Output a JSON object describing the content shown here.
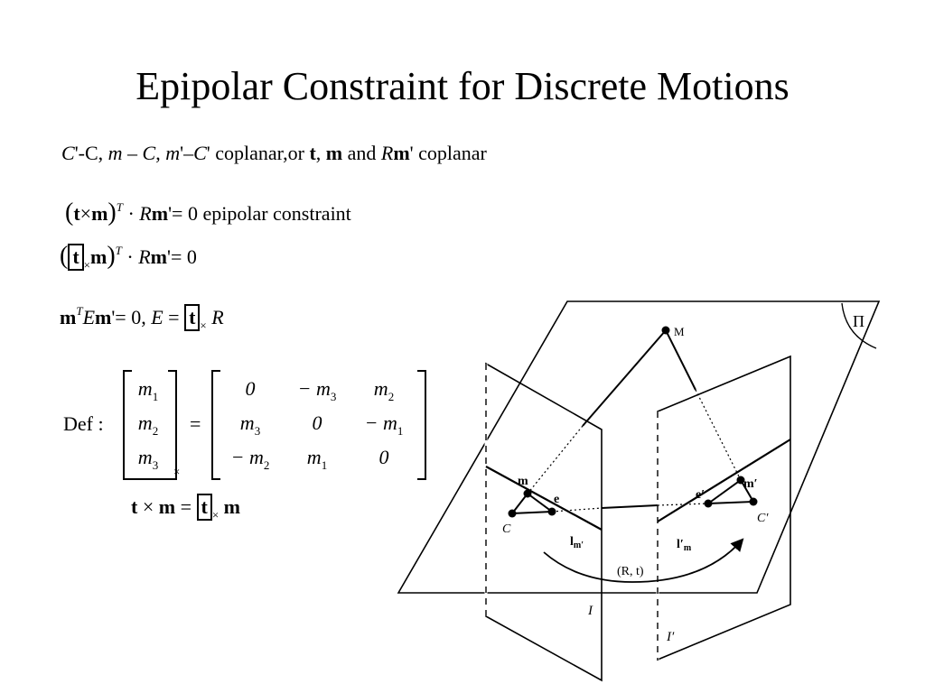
{
  "slide": {
    "title": "Epipolar Constraint for Discrete Motions",
    "line1": {
      "a": "C",
      "b": "'-C,",
      "c": "m",
      "d": " – ",
      "e": "C",
      "f": ",",
      "g": "m",
      "h": "'–",
      "i": "C",
      "j": "' coplanar,or ",
      "k": "t",
      "l": ",",
      "m": "m",
      "n": " and ",
      "o": "R",
      "p": "m",
      "q": "' coplanar"
    },
    "eq1": {
      "open": "(",
      "t": "t",
      "times": "×",
      "m": "m",
      "close": ")",
      "sup": "T",
      "dot": " · ",
      "R": "R",
      "m2": "m",
      "rest": "'= 0",
      "label": "epipolar constraint"
    },
    "eq2": {
      "open": "(",
      "t": "t",
      "x": "×",
      "m": "m",
      "close": ")",
      "sup": "T",
      "dot": " · ",
      "R": "R",
      "m2": "m",
      "rest": "'= 0"
    },
    "eq3": {
      "m": "m",
      "sup": "T",
      "E": "E",
      "m2": "m",
      "mid": "'= 0, ",
      "E2": "E",
      "eqs": " = ",
      "t": "t",
      "x": "×",
      "R": " R"
    },
    "def": {
      "label": "Def :",
      "vec": [
        "m",
        "m",
        "m"
      ],
      "vec_sub": [
        "1",
        "2",
        "3"
      ],
      "times": "×",
      "eq": "=",
      "matrix": [
        [
          "0",
          "− m",
          "m"
        ],
        [
          "m",
          "0",
          "− m"
        ],
        [
          "− m",
          "m",
          "0"
        ]
      ],
      "matrix_sub": [
        [
          "",
          "3",
          "2"
        ],
        [
          "3",
          "",
          "1"
        ],
        [
          "2",
          "1",
          ""
        ]
      ]
    },
    "eq4": {
      "t": "t",
      "times": " × ",
      "m": "m",
      "eqs": " = ",
      "t2": "t",
      "x": "×",
      "m2": " m"
    },
    "figure": {
      "M": "M",
      "Pi": "Π",
      "m": "m",
      "e": "e",
      "C": "C",
      "l_m": "l",
      "l_m_sub": "m′",
      "m_prime": "m′",
      "e_prime": "e′",
      "C_prime": "C′",
      "l_m_prime": "l′",
      "l_m_prime_sub": "m",
      "Rt": "(R, t)",
      "I": "I",
      "I_prime": "I′"
    }
  }
}
